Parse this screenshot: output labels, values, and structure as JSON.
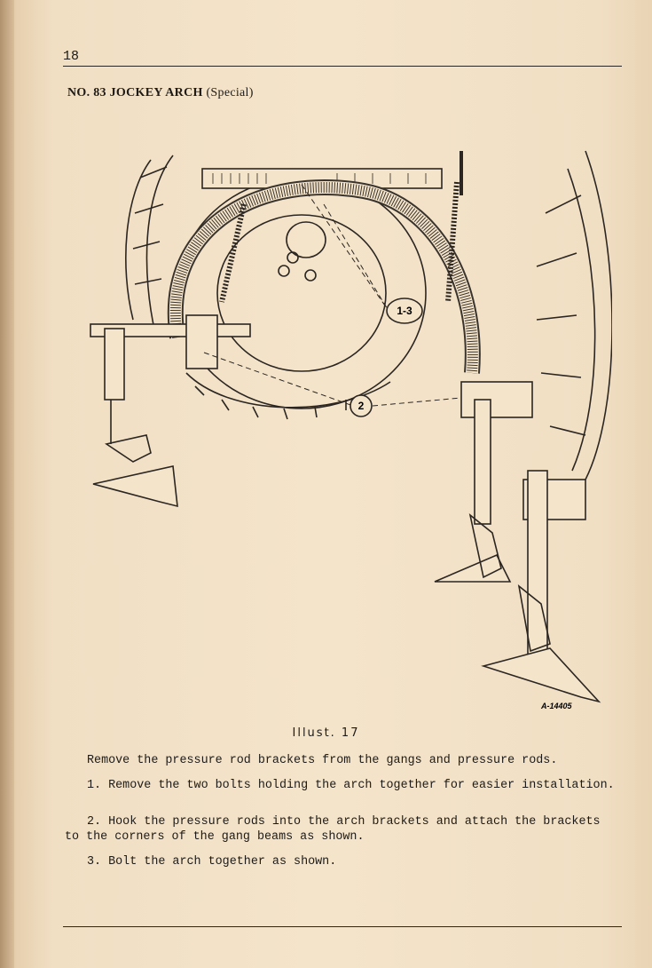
{
  "page": {
    "number": "18",
    "title_bold": "NO. 83 JOCKEY ARCH",
    "title_sub": " (Special)"
  },
  "figure": {
    "callout_1": "1-3",
    "callout_2": "2",
    "figure_id": "A-14405",
    "caption": "Illust. 17"
  },
  "instructions": {
    "intro": "Remove the pressure rod brackets from the gangs and pressure rods.",
    "step1": "1. Remove the two bolts holding the arch together for easier installation.",
    "step2": "2. Hook the pressure rods into the arch brackets and attach the brackets to the corners of the gang beams as shown.",
    "step3": "3. Bolt the arch together as shown."
  }
}
